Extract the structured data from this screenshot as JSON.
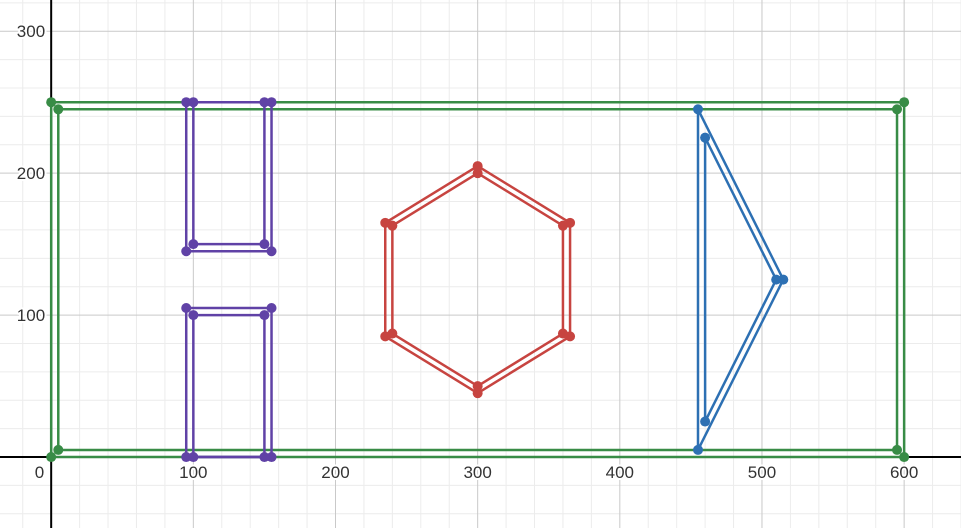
{
  "chart_data": {
    "type": "line",
    "title": "",
    "xlabel": "",
    "ylabel": "",
    "xlim": [
      -36,
      640
    ],
    "ylim": [
      -50,
      322
    ],
    "x_ticks": [
      0,
      100,
      200,
      300,
      400,
      500,
      600
    ],
    "y_ticks": [
      100,
      200,
      300
    ],
    "x_tick_labels": [
      "0",
      "100",
      "200",
      "300",
      "400",
      "500",
      "600"
    ],
    "y_tick_labels": [
      "100",
      "200",
      "300"
    ],
    "origin_label": "0",
    "major_grid_step": 100,
    "minor_grid_step": 20,
    "grid": true,
    "series": [
      {
        "color": "#388c46",
        "closed": true,
        "points": [
          [
            0,
            250
          ],
          [
            600,
            250
          ],
          [
            600,
            0
          ],
          [
            0,
            0
          ]
        ]
      },
      {
        "color": "#388c46",
        "closed": true,
        "points": [
          [
            5,
            245
          ],
          [
            595,
            245
          ],
          [
            595,
            5
          ],
          [
            5,
            5
          ]
        ]
      },
      {
        "color": "#6042a6",
        "closed": true,
        "points": [
          [
            95,
            250
          ],
          [
            95,
            145
          ],
          [
            155,
            145
          ],
          [
            155,
            250
          ]
        ]
      },
      {
        "color": "#6042a6",
        "closed": true,
        "points": [
          [
            100,
            250
          ],
          [
            100,
            150
          ],
          [
            150,
            150
          ],
          [
            150,
            250
          ]
        ]
      },
      {
        "color": "#6042a6",
        "closed": true,
        "points": [
          [
            95,
            105
          ],
          [
            95,
            0
          ],
          [
            155,
            0
          ],
          [
            155,
            105
          ]
        ]
      },
      {
        "color": "#6042a6",
        "closed": true,
        "points": [
          [
            100,
            100
          ],
          [
            100,
            0
          ],
          [
            150,
            0
          ],
          [
            150,
            100
          ]
        ]
      },
      {
        "color": "#c74440",
        "closed": true,
        "points": [
          [
            300,
            205
          ],
          [
            365,
            165
          ],
          [
            365,
            85
          ],
          [
            300,
            45
          ],
          [
            235,
            85
          ],
          [
            235,
            165
          ]
        ]
      },
      {
        "color": "#c74440",
        "closed": true,
        "points": [
          [
            300,
            200
          ],
          [
            360,
            163
          ],
          [
            360,
            87
          ],
          [
            300,
            50
          ],
          [
            240,
            87
          ],
          [
            240,
            163
          ]
        ]
      },
      {
        "color": "#2d70b3",
        "closed": true,
        "points": [
          [
            455,
            245
          ],
          [
            515,
            125
          ],
          [
            455,
            5
          ]
        ]
      },
      {
        "color": "#2d70b3",
        "closed": true,
        "points": [
          [
            460,
            225
          ],
          [
            510,
            125
          ],
          [
            460,
            25
          ]
        ]
      }
    ]
  },
  "colors": {
    "axis": "#000000",
    "major_grid": "#c9c9c9",
    "minor_grid": "#ececec",
    "background": "#ffffff"
  }
}
